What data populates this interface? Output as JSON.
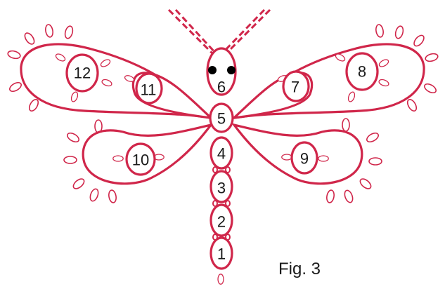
{
  "figure": {
    "caption": "Fig. 3"
  },
  "colors": {
    "thread": "#d0264a",
    "eyes": "#000000",
    "background": "#ffffff",
    "text": "#1a1a1a"
  },
  "rings": {
    "r1": "1",
    "r2": "2",
    "r3": "3",
    "r4": "4",
    "r5": "5",
    "r6": "6",
    "r7": "7",
    "r8": "8",
    "r9": "9",
    "r10": "10",
    "r11": "11",
    "r12": "12"
  }
}
